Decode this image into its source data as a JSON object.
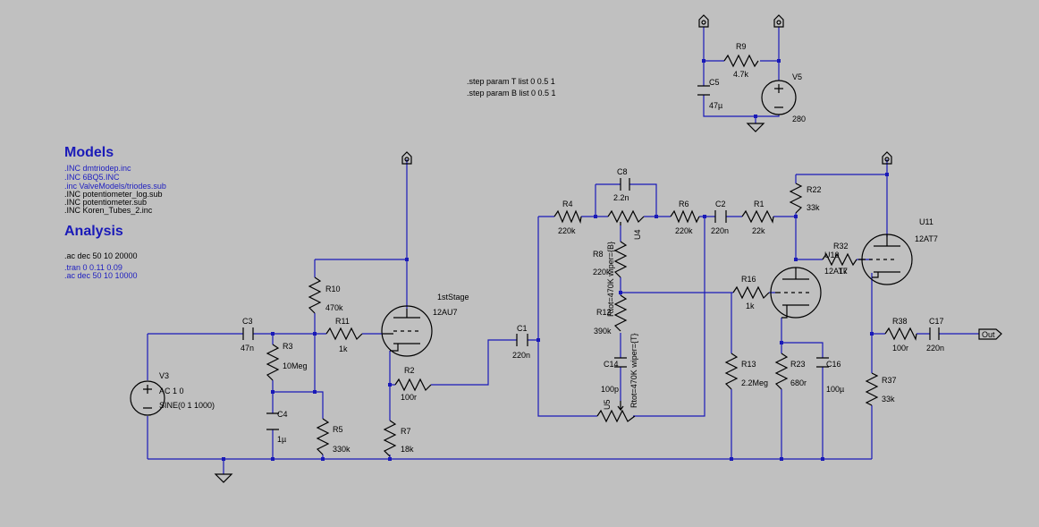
{
  "headings": {
    "models": "Models",
    "analysis": "Analysis"
  },
  "models": [
    {
      "text": ".INC dmtriodep.inc",
      "active": true
    },
    {
      "text": ".INC 6BQ5.INC",
      "active": true
    },
    {
      "text": ".inc ValveModels/triodes.sub",
      "active": true
    },
    {
      "text": ".INC potentiometer_log.sub",
      "active": false
    },
    {
      "text": ".INC potentiometer.sub",
      "active": false
    },
    {
      "text": ".INC Koren_Tubes_2.inc",
      "active": false
    }
  ],
  "analysis": [
    {
      "text": ".ac dec 50 10 20000",
      "active": false
    },
    {
      "text": ".tran 0 0.11 0.09",
      "active": true
    },
    {
      "text": ".ac dec 50 10 10000",
      "active": true
    }
  ],
  "step": [
    ".step param T list 0 0.5 1",
    ".step param B list 0 0.5 1"
  ],
  "labels": {
    "R9": "R9",
    "R9v": "4.7k",
    "C5": "C5",
    "C5v": "47µ",
    "V5": "V5",
    "V5v": "280",
    "C8": "C8",
    "C8v": "2.2n",
    "R4": "R4",
    "R4v": "220k",
    "R6": "R6",
    "R6v": "220k",
    "U4": "U4",
    "C2": "C2",
    "C2v": "220n",
    "R1": "R1",
    "R1v": "22k",
    "R22": "R22",
    "R22v": "33k",
    "R32": "R32",
    "R32v": "1k",
    "U10": "U10",
    "U10v": "12AT7",
    "U11": "U11",
    "U11v": "12AT7",
    "R16": "R16",
    "R16v": "1k",
    "R10": "R10",
    "R10v": "470k",
    "R11": "R11",
    "R11v": "1k",
    "stage": "1stStage",
    "stagev": "12AU7",
    "C3": "C3",
    "C3v": "47n",
    "R3": "R3",
    "R3v": "10Meg",
    "V3": "V3",
    "V3a": "AC 1 0",
    "V3b": "SINE(0 1 1000)",
    "C4": "C4",
    "C4v": "1µ",
    "R5": "R5",
    "R5v": "330k",
    "R2": "R2",
    "R2v": "100r",
    "R7": "R7",
    "R7v": "18k",
    "C1": "C1",
    "C1v": "220n",
    "R8": "R8",
    "R8v": "220k",
    "R12": "R12",
    "R12v": "390k",
    "C14": "C14",
    "C14v": "100p",
    "U5": "U5",
    "potU4": "Rtot=470K wiper={B}",
    "potU5": "Rtot=470K wiper={T}",
    "R13": "R13",
    "R13v": "2.2Meg",
    "R23": "R23",
    "R23v": "680r",
    "C16": "C16",
    "C16v": "100µ",
    "R37": "R37",
    "R37v": "33k",
    "R38": "R38",
    "R38v": "100r",
    "C17": "C17",
    "C17v": "220n",
    "out": "Out"
  },
  "colors": {
    "background": "#c0c0c0",
    "wire": "#1a1ab8",
    "component": "#000000",
    "text_blue": "#1a1ab8"
  }
}
